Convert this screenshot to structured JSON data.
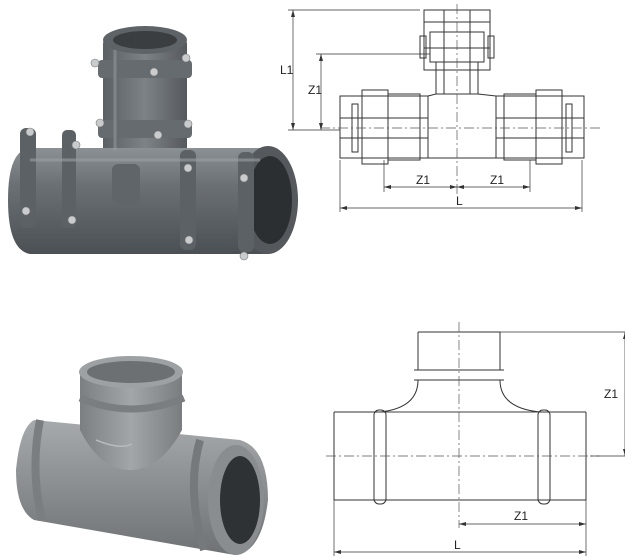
{
  "top_drawing": {
    "labels": {
      "l1": "L1",
      "z1_vertical": "Z1",
      "z1_left": "Z1",
      "z1_right": "Z1",
      "l": "L"
    }
  },
  "bottom_drawing": {
    "labels": {
      "z1_vertical": "Z1",
      "z1_horizontal": "Z1",
      "l": "L"
    }
  },
  "colors": {
    "fitting_dark": "#5a5f63",
    "fitting_mid": "#6f7478",
    "fitting_light": "#9aa0a4",
    "bolt": "#c9cbcc",
    "line": "#333333"
  }
}
